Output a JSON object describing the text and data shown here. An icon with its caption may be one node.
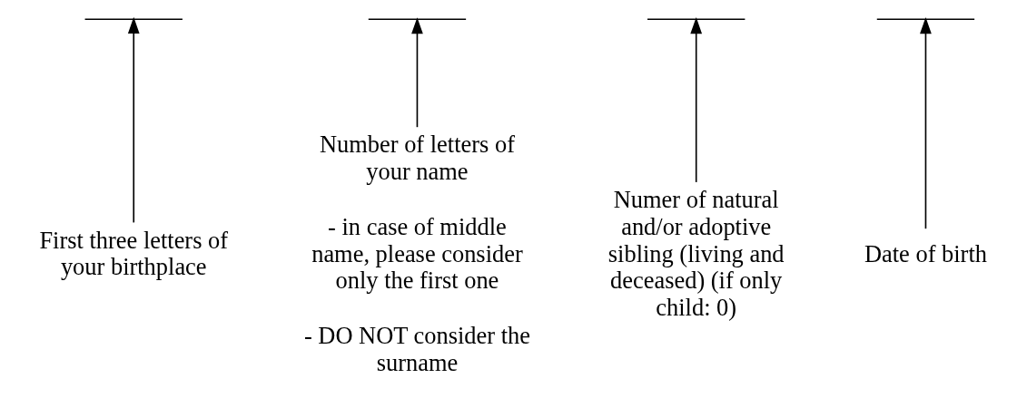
{
  "diagram": {
    "nodes": [
      {
        "text": [],
        "shape": "line"
      },
      {
        "text": [],
        "shape": "line"
      },
      {
        "text": [],
        "shape": "line"
      },
      {
        "text": [],
        "shape": "line"
      },
      {
        "text": [
          "First three letters of your birthplace"
        ]
      },
      {
        "text": [
          "Number of letters of your name",
          "- in case of middle name, please consider only the first one",
          "- DO NOT consider the surname"
        ]
      },
      {
        "text": [
          "Numer of natural and/or adoptive sibling (living and deceased) (if only child: 0)"
        ]
      },
      {
        "text": [
          "Date of birth"
        ]
      }
    ],
    "edges": [
      {
        "from": 4,
        "to": 0,
        "arrow": "to"
      },
      {
        "from": 5,
        "to": 1,
        "arrow": "to"
      },
      {
        "from": 6,
        "to": 2,
        "arrow": "to"
      },
      {
        "from": 7,
        "to": 3,
        "arrow": "to"
      }
    ]
  }
}
